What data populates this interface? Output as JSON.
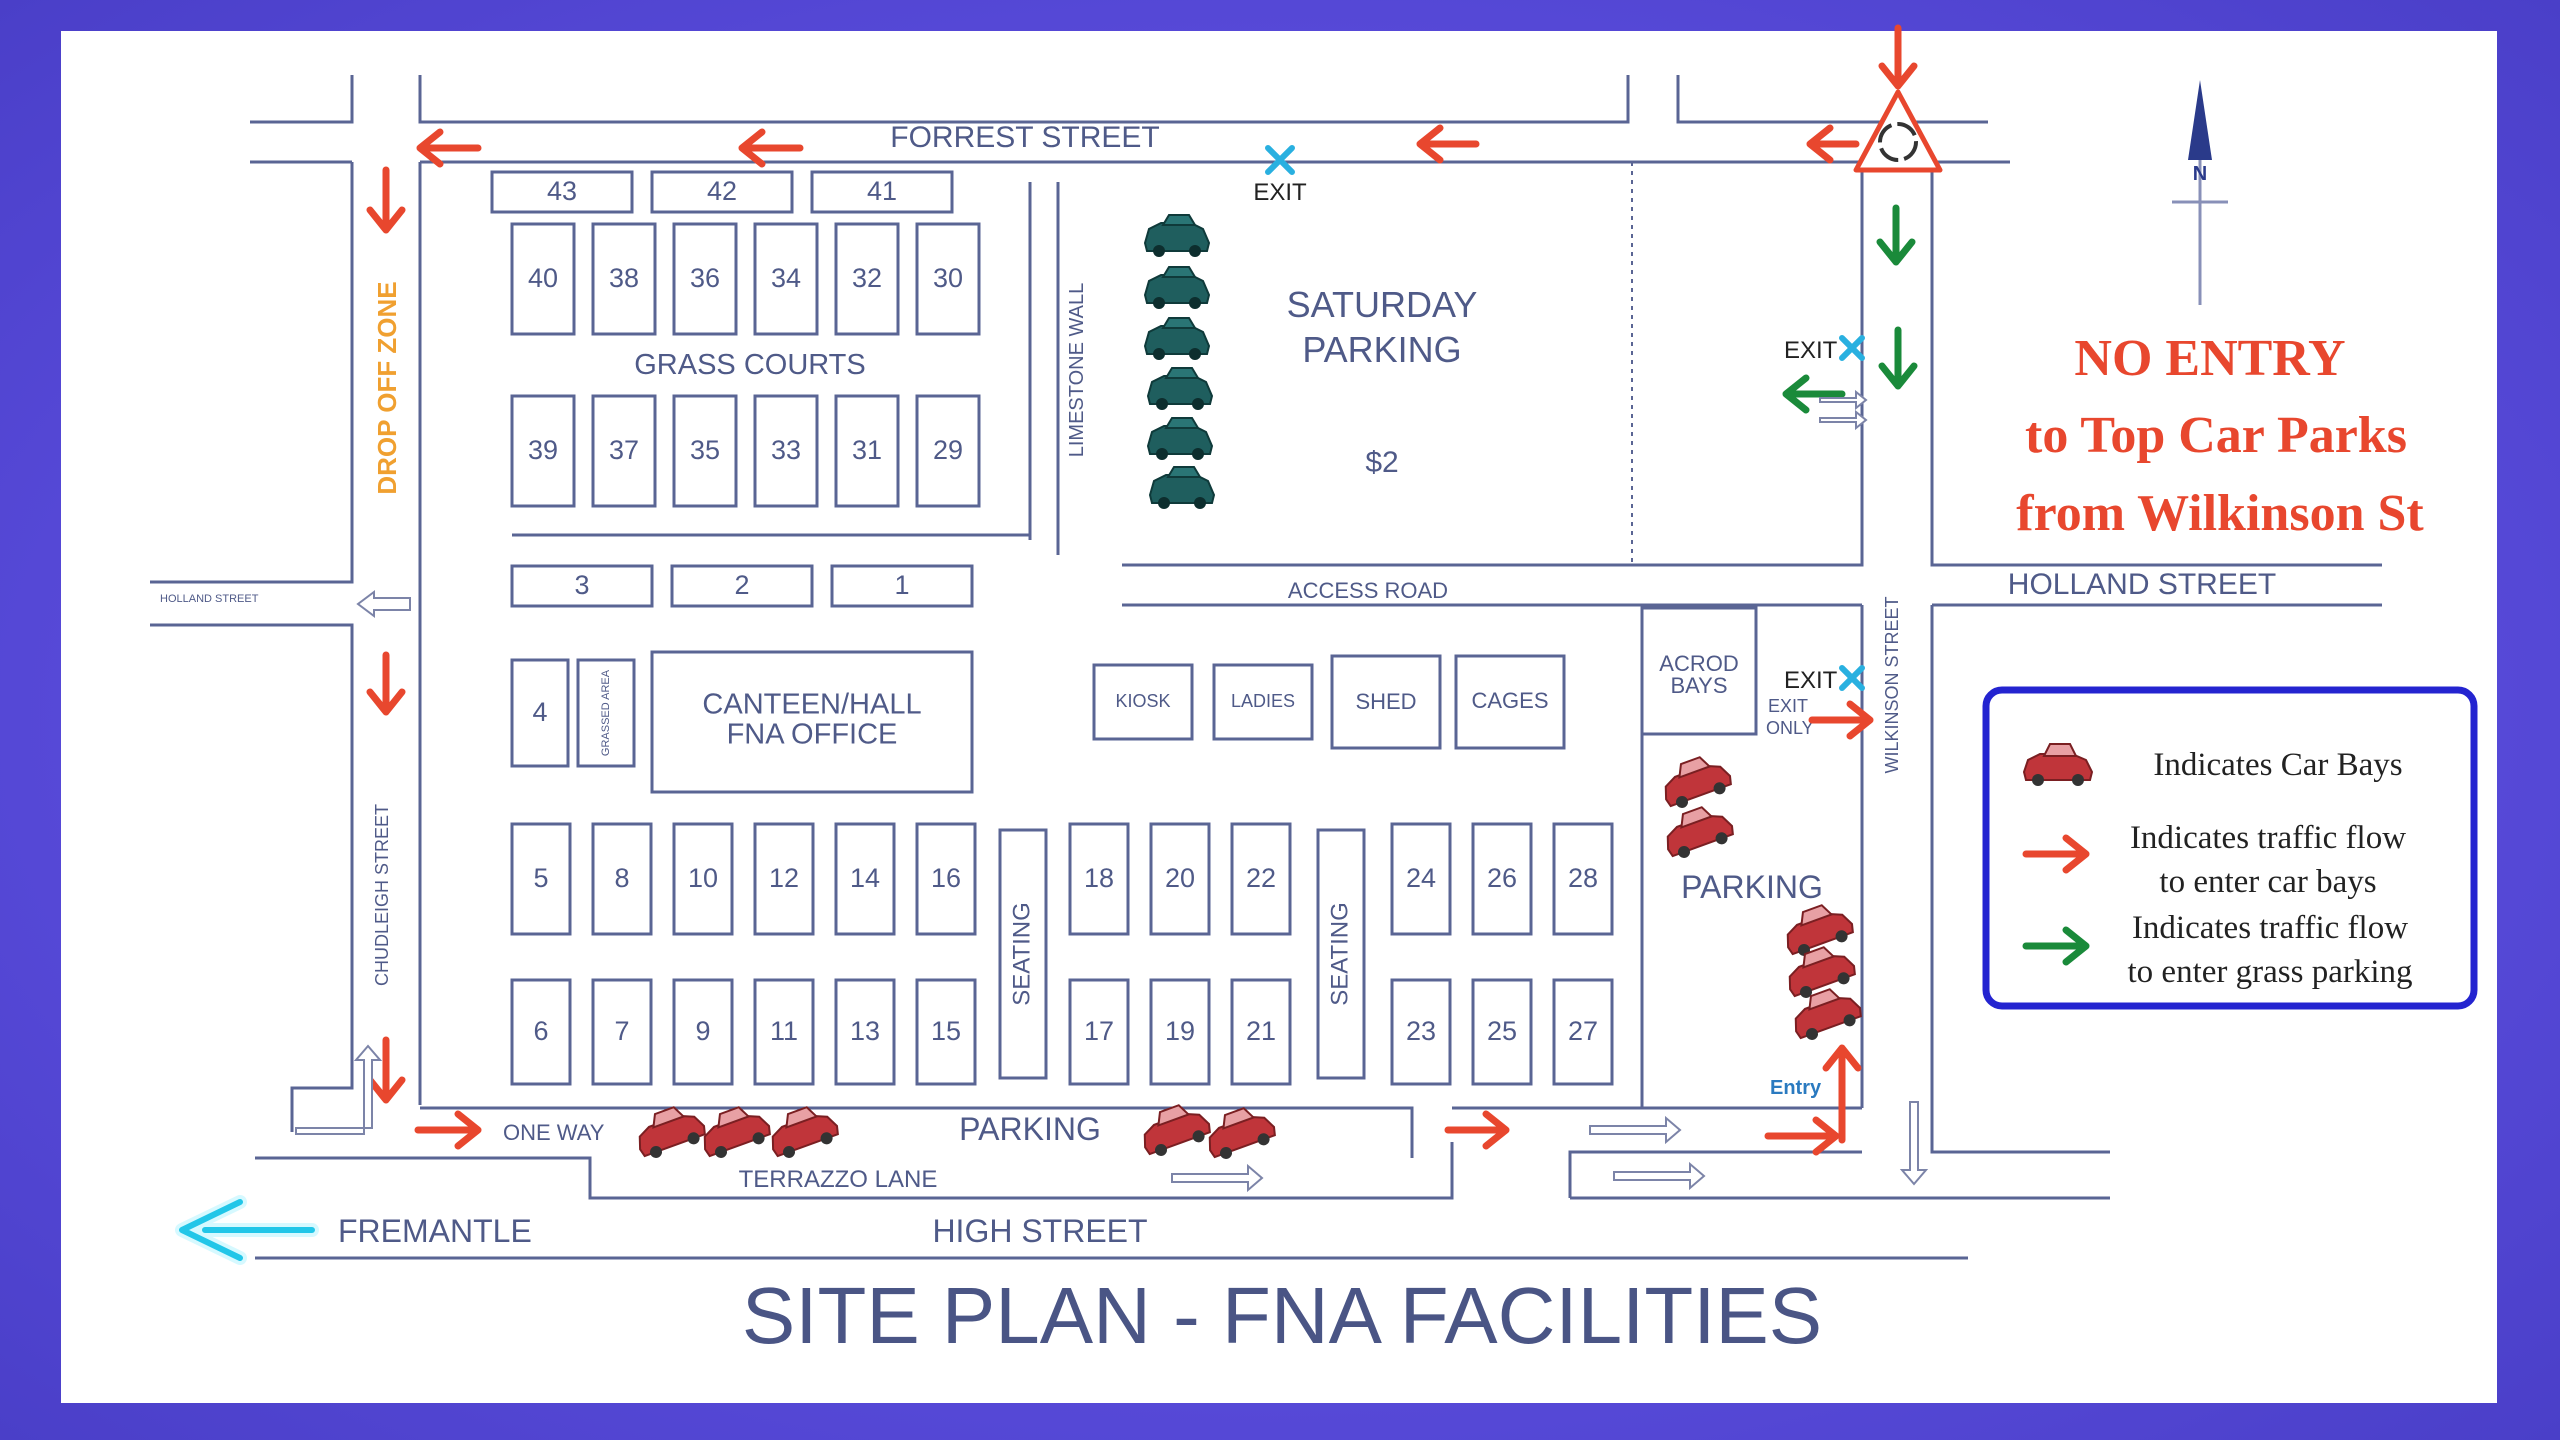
{
  "streets": {
    "forrest": "FORREST STREET",
    "holland_right": "HOLLAND STREET",
    "holland_left": "HOLLAND STREET",
    "chudleigh": "CHUDLEIGH STREET",
    "wilkinson": "WILKINSON STREET",
    "terrazzo": "TERRAZZO LANE",
    "high": "HIGH STREET",
    "fremantle": "FREMANTLE",
    "access_road": "ACCESS ROAD",
    "one_way": "ONE WAY",
    "limestone_wall": "LIMESTONE WALL",
    "drop_off_zone": "DROP OFF ZONE"
  },
  "areas": {
    "grass_courts": "GRASS COURTS",
    "saturday_parking_1": "SATURDAY",
    "saturday_parking_2": "PARKING",
    "saturday_price": "$2",
    "parking_right": "PARKING",
    "parking_bottom": "PARKING",
    "canteen_1": "CANTEEN/HALL",
    "canteen_2": "FNA OFFICE",
    "grassed_area": "GRASSED AREA",
    "kiosk": "KIOSK",
    "ladies": "LADIES",
    "shed": "SHED",
    "cages": "CAGES",
    "acrod_1": "ACROD",
    "acrod_2": "BAYS",
    "exit_only_1": "EXIT",
    "exit_only_2": "ONLY",
    "seating": "SEATING",
    "entry": "Entry"
  },
  "exits": [
    "EXIT",
    "EXIT",
    "EXIT"
  ],
  "courts": {
    "top_row": [
      "43",
      "42",
      "41"
    ],
    "row_a": [
      "40",
      "38",
      "36",
      "34",
      "32",
      "30"
    ],
    "row_b": [
      "39",
      "37",
      "35",
      "33",
      "31",
      "29"
    ],
    "row_c": [
      "3",
      "2",
      "1"
    ],
    "court_4": "4",
    "row_d_left": [
      "5",
      "8",
      "10",
      "12",
      "14",
      "16"
    ],
    "row_d_mid": [
      "18",
      "20",
      "22"
    ],
    "row_d_right": [
      "24",
      "26",
      "28"
    ],
    "row_e_left": [
      "6",
      "7",
      "9",
      "11",
      "13",
      "15"
    ],
    "row_e_mid": [
      "17",
      "19",
      "21"
    ],
    "row_e_right": [
      "23",
      "25",
      "27"
    ]
  },
  "compass": {
    "north": "N"
  },
  "notice": {
    "line1": "NO ENTRY",
    "line2": "to Top Car Parks",
    "line3": "from Wilkinson St"
  },
  "legend": {
    "car_bays": "Indicates Car Bays",
    "red_1": "Indicates traffic flow",
    "red_2": "to enter car bays",
    "green_1": "Indicates traffic flow",
    "green_2": "to enter grass parking"
  },
  "title": "SITE PLAN - FNA FACILITIES",
  "colors": {
    "frame": "#5548d6",
    "red_arrow": "#e8472e",
    "green_arrow": "#1a8a3a",
    "exit_mark": "#29b0e0",
    "drop_off": "#f0a030",
    "legend_border": "#2424d0",
    "green_car": "#1f5e5e",
    "red_car": "#c0353a"
  }
}
